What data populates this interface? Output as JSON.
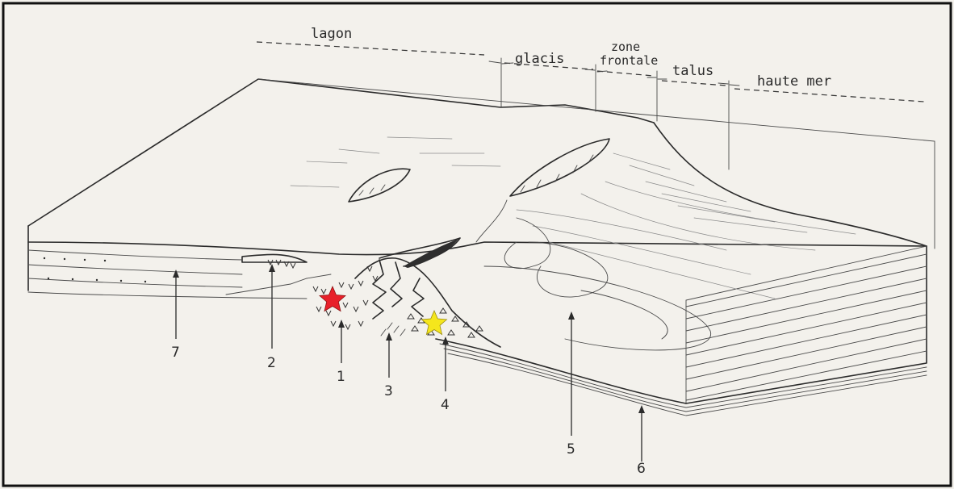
{
  "zones": {
    "lagon": "lagon",
    "glacis": "glacis",
    "zone": "zone",
    "frontale": "frontale",
    "talus": "talus",
    "haute_mer": "haute mer"
  },
  "callouts": [
    "1",
    "2",
    "3",
    "4",
    "5",
    "6",
    "7"
  ],
  "markers": {
    "red_star_color": "#e8202a",
    "yellow_star_color": "#f5e61c"
  }
}
